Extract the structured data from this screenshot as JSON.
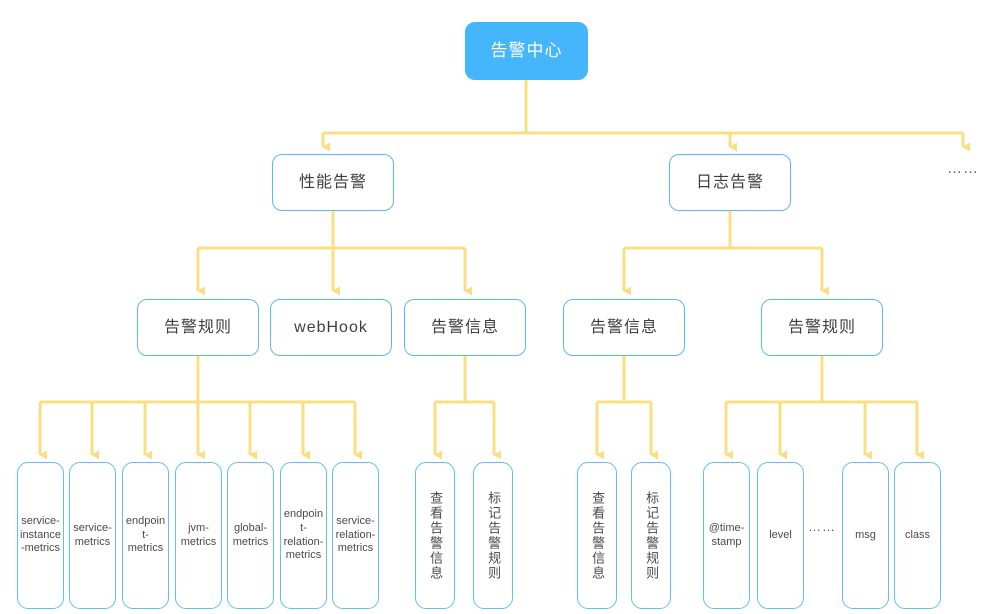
{
  "diagram": {
    "title": "告警中心",
    "colors": {
      "node_fill_root": "#45b6fc",
      "node_border": "#5cb9f0",
      "connector": "#fadf82",
      "text_dark": "#3e3e3e",
      "text_light": "#ffffff"
    },
    "root": {
      "label": "告警中心"
    },
    "level2": [
      {
        "label": "性能告警"
      },
      {
        "label": "日志告警"
      },
      {
        "label": "……"
      }
    ],
    "level3": [
      {
        "label": "告警规则"
      },
      {
        "label": "webHook"
      },
      {
        "label": "告警信息"
      },
      {
        "label": "告警信息"
      },
      {
        "label": "告警规则"
      }
    ],
    "leaves_perf_rules": [
      {
        "label": "service-instance-metrics"
      },
      {
        "label": "service-metrics"
      },
      {
        "label": "endpoint-metrics"
      },
      {
        "label": "jvm-metrics"
      },
      {
        "label": "global-metrics"
      },
      {
        "label": "endpoint-relation-metrics"
      },
      {
        "label": "service-relation-metrics"
      }
    ],
    "leaves_perf_info": [
      {
        "label": "查看告警信息"
      },
      {
        "label": "标记告警规则"
      }
    ],
    "leaves_log_info": [
      {
        "label": "查看告警信息"
      },
      {
        "label": "标记告警规则"
      }
    ],
    "leaves_log_rules": [
      {
        "label": "@time-stamp"
      },
      {
        "label": "level"
      },
      {
        "label": "msg"
      },
      {
        "label": "class"
      }
    ],
    "inline_ellipsis": {
      "label": "……"
    }
  }
}
